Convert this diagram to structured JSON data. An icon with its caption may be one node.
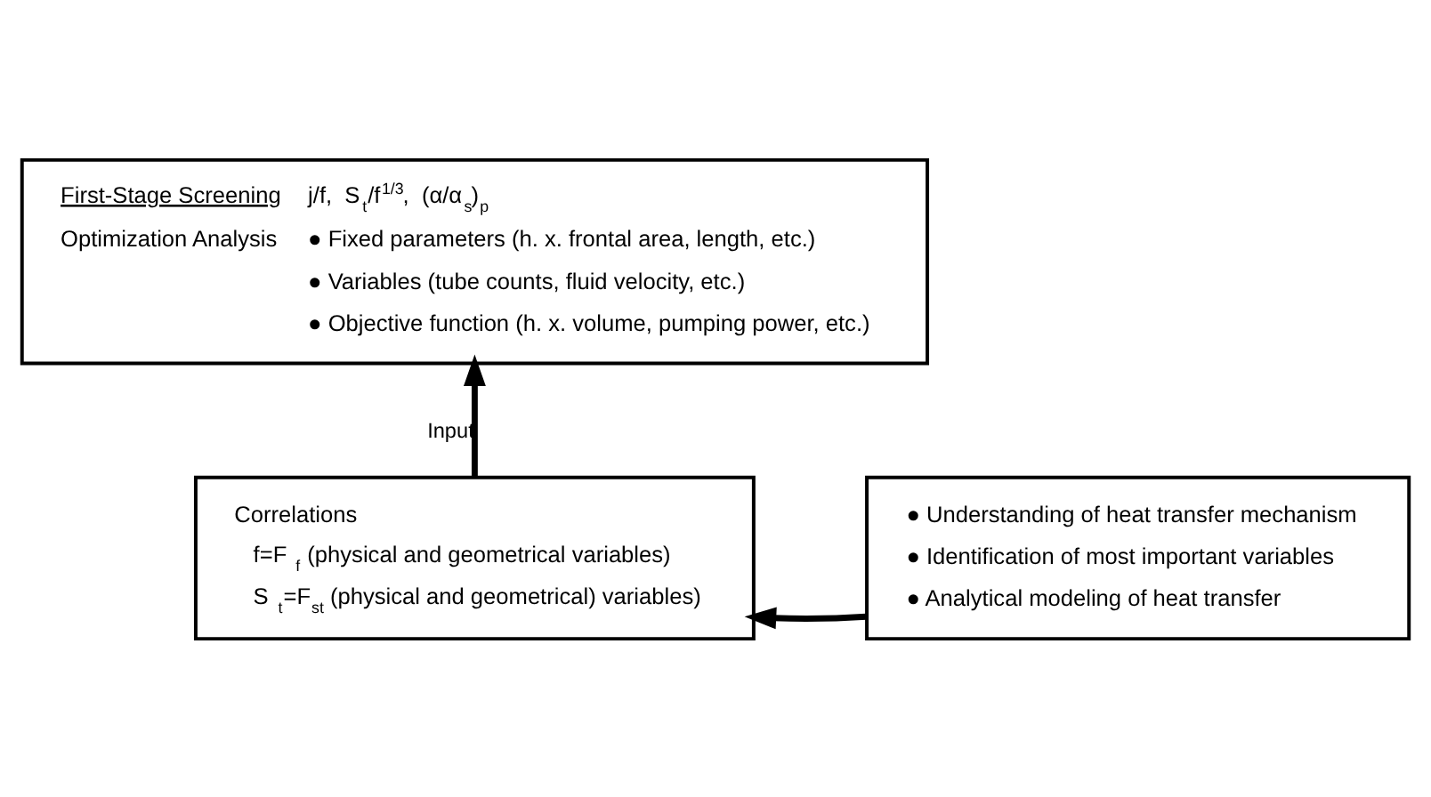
{
  "diagram": {
    "nodes": [
      {
        "text": [
          "First-Stage Screening",
          "j/f,  S$_{t}$/f$^{1/3}$,  (α/α$_{s}$)$_{p}$",
          "Optimization Analysis",
          "● Fixed parameters (h. x. frontal area, length, etc.)",
          "● Variables (tube counts, fluid velocity, etc.)",
          "● Objective function (h. x. volume, pumping power, etc.)"
        ]
      },
      {
        "text": [
          "Correlations",
          "f=F$_{f}$ (physical and geometrical variables)",
          "S$_{t}$=F$_{st}$ (physical and geometrical) variables)"
        ]
      },
      {
        "text": [
          "● Understanding of heat transfer mechanism",
          "● Identification of most important variables",
          "● Analytical modeling of heat transfer"
        ]
      }
    ],
    "edges": [
      {
        "from": 2,
        "to": 1,
        "arrow": "to"
      },
      {
        "from": 1,
        "to": 0,
        "arrow": "to",
        "label": "Input"
      }
    ]
  }
}
